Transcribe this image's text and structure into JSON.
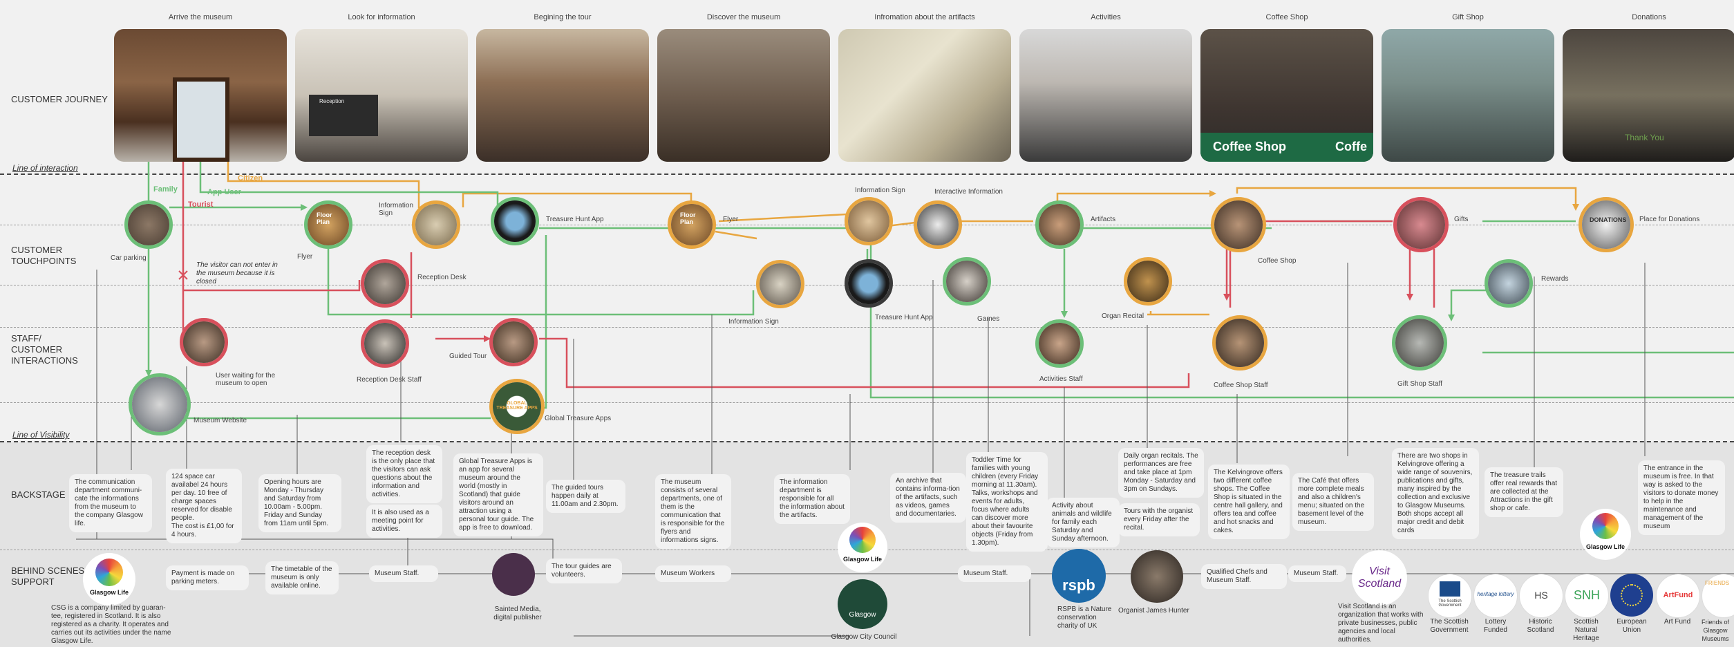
{
  "stages": [
    "Arrive the museum",
    "Look for information",
    "Begining the tour",
    "Discover the museum",
    "Infromation about the artifacts",
    "Activities",
    "Coffee Shop",
    "Gift Shop",
    "Donations"
  ],
  "rows": {
    "customer_journey": "CUSTOMER JOURNEY",
    "touchpoints": [
      "CUSTOMER",
      "TOUCHPOINTS"
    ],
    "staff": [
      "STAFF/",
      "CUSTOMER",
      "INTERACTIONS"
    ],
    "backstage": "BACKSTAGE",
    "behind": [
      "BEHIND SCENES",
      "SUPPORT"
    ]
  },
  "lines": {
    "interaction": "Line of interaction",
    "visibility": "Line of Visibility"
  },
  "paths": {
    "family": "Family",
    "tourist": "Tourist",
    "app_user": "App User",
    "citizen": "Citizen"
  },
  "photo_text": {
    "coffee1": "Coffee Shop",
    "coffee2": "Coffe",
    "reception": "Reception",
    "thanks": "Thank You",
    "donations": "DONATIONS",
    "floor_plan": "Floor Plan",
    "glasgow": "Glasgow"
  },
  "touchpoints": {
    "car_parking": "Car parking",
    "flyer1": "Flyer",
    "info_sign1": "Information Sign",
    "treasure_app1": "Treasure Hunt App",
    "flyer2": "Flyer",
    "info_sign_top": "Information Sign",
    "interactive": "Interactive Information",
    "artifacts": "Artifacts",
    "coffee_shop": "Coffee Shop",
    "gifts": "Gifts",
    "place_donations": "Place for Donations",
    "reception_desk": "Reception Desk",
    "closed_note": "The visitor can not enter in the museum because it is closed",
    "info_sign2": "Information Sign",
    "treasure_app2": "Treasure Hunt App",
    "games": "Games",
    "organ": "Organ Recital",
    "rewards": "Rewards",
    "user_waiting": "User waiting for the museum to open",
    "reception_staff": "Reception Desk Staff",
    "guided_tour": "Guided Tour",
    "activities_staff": "Activities Staff",
    "coffee_staff": "Coffee Shop Staff",
    "gift_staff": "Gift Shop Staff",
    "museum_website": "Museum Website",
    "global_apps": "Global Treasure Apps",
    "global_badge": "GLOBAL TREASURE APPS"
  },
  "backstage": {
    "b1": "The communication department communi-cate the informations from the museum to the company Glasgow life.",
    "b2": "124 space car availabel 24 hours per day. 10 free of charge spaces reserved for disable people.\nThe cost is £1,00 for 4 hours.",
    "b3": "Opening hours are Monday - Thursday and Saturday from 10.00am - 5.00pm. Friday and Sunday from 11am until 5pm.",
    "b4": "The reception desk is the only place that the visitors can ask questions about the information and activities.",
    "b4b": "It is also used as a meeting point for activities.",
    "b5": "Global Treasure Apps is an app for several museum around the world (mostly in Scotland) that guide visitors around an attraction using a personal tour guide. The app is free to download.",
    "b6": "The guided tours happen daily at 11.00am and 2.30pm.",
    "b7": "The museum consists of several departments, one of them is the communication that is responsible for the flyers and informations signs.",
    "b8": "The information department is responsible for all the information about the artifacts.",
    "b9": "An archive that contains informa-tion of the artifacts, such as videos, games and documentaries.",
    "b10": "Toddler Time for families with young children (every Friday morning at 11.30am). Talks, workshops and events for adults, focus where adults can discover more about their favourite objects (Friday from 1.30pm).",
    "b11": "Activity about animals and wildlife for family each Saturday and Sunday afternoon.",
    "b12": "Daily organ recitals. The performances are free and take place at 1pm Monday - Saturday and 3pm on Sundays.",
    "b13": "Tours with the organist every Friday after the recital.",
    "b14": "The Kelvingrove offers two different coffee shops. The Coffee Shop is situated in the centre hall gallery, and offers tea and coffee and hot snacks and cakes.",
    "b15": "The Café that offers more complete meals and also a children's menu; situated on the basement level of the museum.",
    "b16": "There are two shops in Kelvingrove offering a wide range of souvenirs, publications and gifts, many inspired by the collection and exclusive to Glasgow Museums. Both shops accept all major credit and debit cards",
    "b17": "The treasure trails offer real rewards that are collected at the Attractions in the gift shop or cafe.",
    "b18": "The entrance in the museum is free. In that way is asked to the visitors to donate money to help in the maintenance and management of the museum"
  },
  "support": {
    "csg": "CSG is a company limited by guaran-tee, registered in Scotland. It is also registered as a charity. It operates and carries out its activities under the name Glasgow Life.",
    "payment": "Payment is made on parking meters.",
    "timetable": "The timetable of the museum is only available online.",
    "staff1": "Museum Staff.",
    "tour_guides": "The tour guides are volunteers.",
    "sainted": "Sainted Media, digital publisher",
    "workers": "Museum Workers",
    "gcc": "Glasgow City Council",
    "staff2": "Museum Staff.",
    "rspb": "RSPB is a Nature conservation charity of UK",
    "organist": "Organist James Hunter",
    "chefs": "Qualified Chefs and Museum Staff.",
    "staff3": "Museum Staff.",
    "visit": "Visit Scotland is an organization that works with private businesses, public agencies and local authorities.",
    "funders": [
      "The Scottish Government",
      "Lottery Funded",
      "Historic Scotland",
      "Scottish Natural Heritage",
      "European Union",
      "Art Fund",
      "Friends of Glasgow Museums"
    ]
  },
  "logos": {
    "glasgow_life": "Glasgow Life",
    "rspb": "rspb",
    "visit_scotland": "Visit Scotland",
    "gcc": "Glasgow",
    "scot_gov": "The Scottish Government",
    "lottery": "heritage lottery",
    "hs": "HS",
    "snh": "SNH",
    "artfund": "ArtFund",
    "friends": "FRIENDS"
  }
}
